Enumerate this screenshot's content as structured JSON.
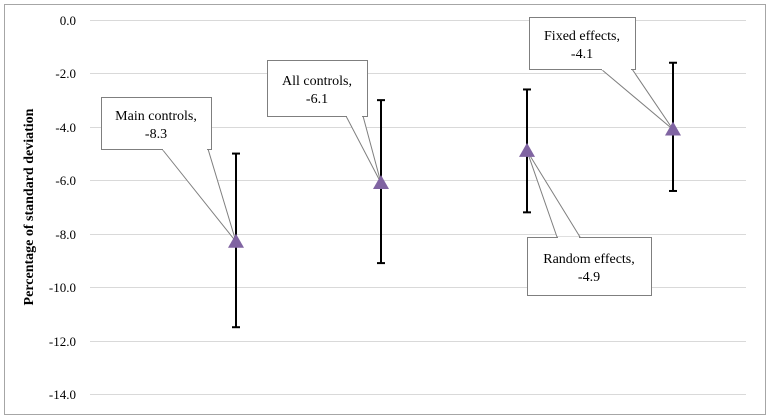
{
  "chart_data": {
    "type": "scatter",
    "title": "",
    "xlabel": "",
    "ylabel": "Percentage of standard deviation",
    "ylim": [
      -14.0,
      0.0
    ],
    "yticks": [
      0.0,
      -2.0,
      -4.0,
      -6.0,
      -8.0,
      -10.0,
      -12.0,
      -14.0
    ],
    "ytick_labels": [
      "0.0",
      "-2.0",
      "-4.0",
      "-6.0",
      "-8.0",
      "-10.0",
      "-12.0",
      "-14.0"
    ],
    "grid": "horizontal",
    "marker": "triangle",
    "marker_color": "#8064a2",
    "error_bar_color": "#000000",
    "points": [
      {
        "label_line1": "Main controls,",
        "label_line2": "-8.3",
        "y": -8.3,
        "low": -11.5,
        "high": -5.0
      },
      {
        "label_line1": "All controls,",
        "label_line2": "-6.1",
        "y": -6.1,
        "low": -9.1,
        "high": -3.0
      },
      {
        "label_line1": "Random effects,",
        "label_line2": "-4.9",
        "y": -4.9,
        "low": -7.2,
        "high": -2.6
      },
      {
        "label_line1": "Fixed effects,",
        "label_line2": "-4.1",
        "y": -4.1,
        "low": -6.4,
        "high": -1.6
      }
    ]
  }
}
